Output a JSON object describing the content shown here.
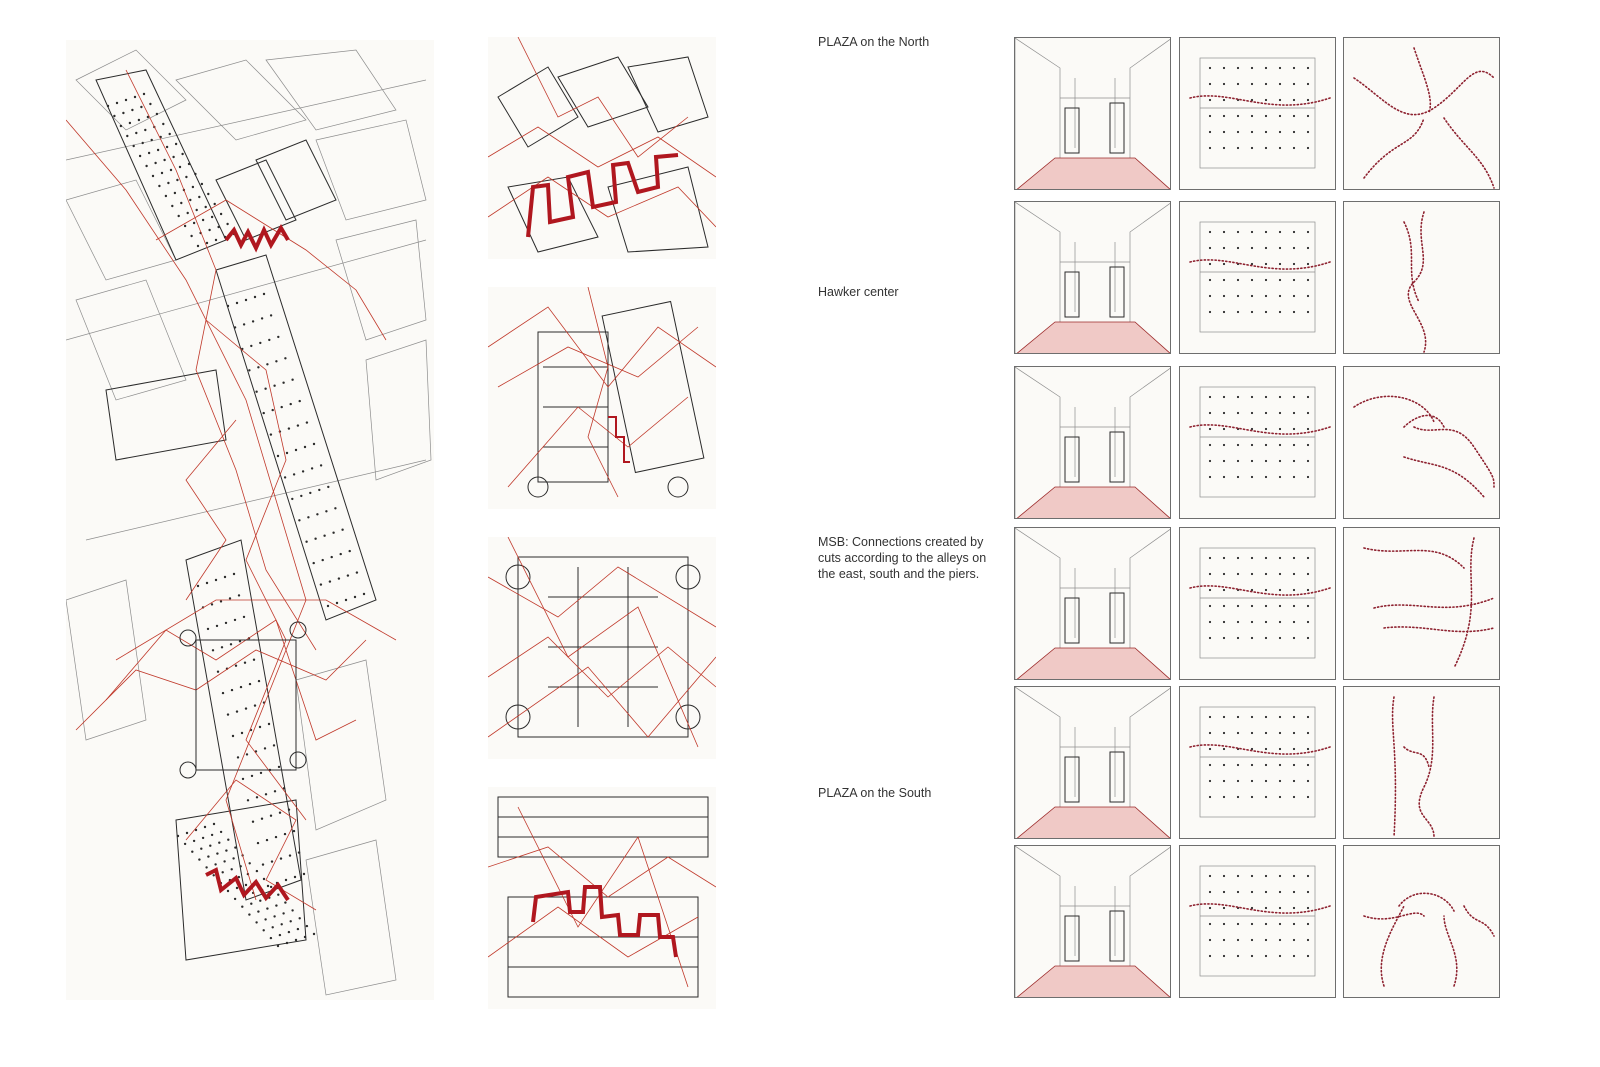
{
  "captions": {
    "north": "PLAZA  on the North",
    "hawker": "Hawker center",
    "msb_1": "MSB: Connections created by",
    "msb_2": "cuts  according to the alleys on",
    "msb_3": "the east, south and the piers.",
    "south": "PLAZA on the South"
  },
  "colors": {
    "ink": "#2b2b2b",
    "accent_red": "#b0171f",
    "pink_fill": "#f0c9c6",
    "paper": "#fbfaf7"
  },
  "grid": {
    "rows": 6,
    "columns": [
      "perspective",
      "plan",
      "path-trace"
    ]
  }
}
